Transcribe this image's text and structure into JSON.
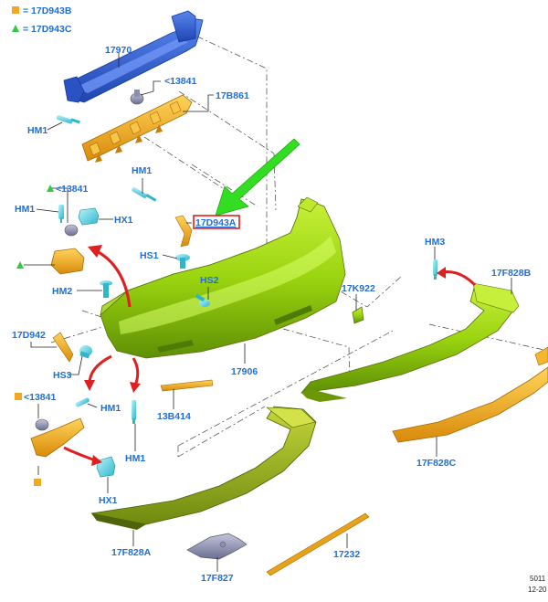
{
  "legend": [
    {
      "symbol": "square",
      "color": "#f5a623",
      "text": "= 17D943B"
    },
    {
      "symbol": "triangle",
      "color": "#2ecc40",
      "text": "= 17D943C"
    }
  ],
  "labels": {
    "p17970": "17970",
    "p13841_top": "<13841",
    "p17B861": "17B861",
    "hm1_top": "HM1",
    "hm1_mid": "HM1",
    "p13841_left": "<13841",
    "hm1_left": "HM1",
    "hx1_top": "HX1",
    "p17D943A": "17D943A",
    "hs1": "HS1",
    "hs2": "HS2",
    "hm2": "HM2",
    "hm3": "HM3",
    "p17F828B": "17F828B",
    "p17K922": "17K922",
    "p17D942": "17D942",
    "hs3": "HS3",
    "p17906": "17906",
    "p13841_bottom": "<13841",
    "hm1_lower": "HM1",
    "p13B414": "13B414",
    "hm1_bottom": "HM1",
    "hx1_bottom": "HX1",
    "p17F828C": "17F828C",
    "p17F828A": "17F828A",
    "p17F827": "17F827",
    "p17232": "17232"
  },
  "reference": {
    "line1": "5011",
    "line2": "12-20"
  },
  "colors": {
    "label_blue": "#1f6fd6",
    "bumper_green": "#9ad40f",
    "reinforcement_blue": "#2f5fd0",
    "absorber_orange": "#e8a21a",
    "highlight_red": "#e02020",
    "pointer_green": "#33dd22",
    "fastener_cyan": "#5fd8e8"
  }
}
